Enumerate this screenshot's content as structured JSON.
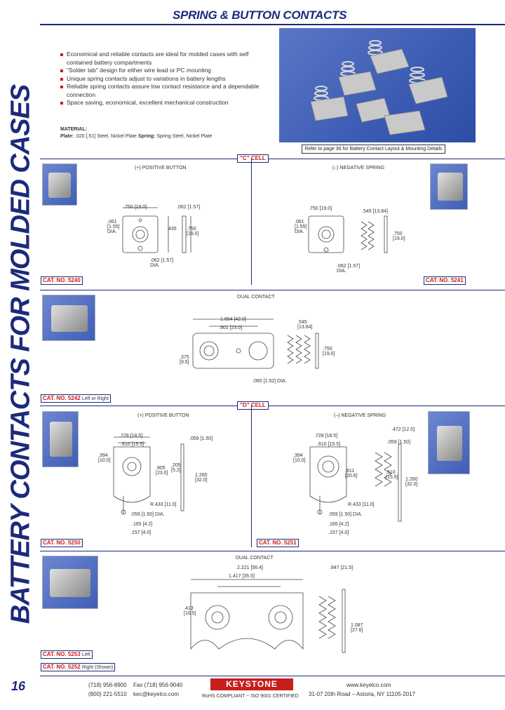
{
  "header": {
    "title": "SPRING & BUTTON CONTACTS"
  },
  "side_title": "BATTERY CONTACTS FOR MOLDED CASES",
  "features": [
    "Economical and reliable contacts are ideal for molded cases with self contained battery compartments",
    "\"Solder tab\" design for either wire lead or PC mounting",
    "Unique spring contacts adjust to variations in battery lengths",
    "Reliable spring contacts assure low contact resistance and a dependable connection",
    "Space saving, economical, excellent mechanical construction"
  ],
  "material": {
    "heading": "MATERIAL:",
    "plate_label": "Plate:",
    "plate_text": ".020 [.51] Steel, Nickel Plate",
    "spring_label": "Spring:",
    "spring_text": "Spring Steel, Nickel Plate"
  },
  "ref_note": "Refer to page 36 for Battery Contact Layout & Mounting Details",
  "c_cell": {
    "badge": "\"C\" CELL",
    "positive_title": "(+) POSITIVE BUTTON",
    "negative_title": "(–) NEGATIVE SPRING",
    "dual_title": "DUAL CONTACT",
    "cat_5240": "CAT. NO. 5240",
    "cat_5241": "CAT. NO. 5241",
    "cat_5242": "CAT. NO. 5242",
    "cat_5242_note": "Left or Right"
  },
  "d_cell": {
    "badge": "\"D\" CELL",
    "positive_title": "(+) POSITIVE BUTTON",
    "negative_title": "(–) NEGATIVE SPRING",
    "dual_title": "DUAL CONTACT",
    "cat_5250": "CAT. NO. 5250",
    "cat_5251": "CAT. NO. 5251",
    "cat_5253": "CAT. NO. 5253",
    "cat_5253_note": "Left",
    "cat_5252": "CAT. NO. 5252",
    "cat_5252_note": "Right (Shown)"
  },
  "dims": {
    "p5240_w": ".750 [19.0]",
    "p5240_t": ".062 [1.57]",
    "p5240_d1": ".061\n[1.55]\nDIA.",
    "p5240_h1": ".435",
    "p5240_h2": ".750\n[19.0]",
    "p5240_hole": ".062 [1.57]\nDIA.",
    "p5241_w": ".750 [19.0]",
    "p5241_s": ".545 [13.84]",
    "p5241_d1": ".061\n[1.55]\nDIA.",
    "p5241_h": ".750\n[19.0]",
    "p5241_hole": ".062 [1.57]\nDIA.",
    "p5242_w1": "1.654 [42.0]",
    "p5242_w2": ".901 [23.0]",
    "p5242_h": ".375\n[9.5]",
    "p5242_s": ".545\n[13.84]",
    "p5242_hs": ".750\n[19.0]",
    "p5242_hole": ".060 [1.52] DIA.",
    "p5250_w1": ".728 [18.5]",
    "p5250_w2": ".610 [15.5]",
    "p5250_t": ".059 [1.50]",
    "p5250_h1": ".394\n[10.0]",
    "p5250_h2": ".905\n[23.0]",
    "p5250_h3": ".205\n[5.2]",
    "p5250_h4": "1.260\n[32.0]",
    "p5250_r": "R.433 [11.0]",
    "p5250_hole": ".059 [1.50] DIA.",
    "p5250_b1": ".165 [4.2]",
    "p5250_b2": ".157 [4.0]",
    "p5251_w1": ".728 [18.5]",
    "p5251_w2": ".610 [15.5]",
    "p5251_s1": ".472 [12.0]",
    "p5251_s2": ".059 [1.50]",
    "p5251_h1": ".394\n[10.0]",
    "p5251_h2": ".811\n[20.6]",
    "p5251_h3": ".610\n[15.5]",
    "p5251_h4": "1.260\n[32.0]",
    "p5251_r": "R.433 [11.0]",
    "p5251_hole": ".059 [1.50] DIA.",
    "p5251_b1": ".165 [4.2]",
    "p5251_b2": ".157 [4.0]",
    "p5252_w1": "2.221 [56.4]",
    "p5252_w2": "1.417 [35.5]",
    "p5252_h": ".413\n[10.5]",
    "p5252_s": ".847 [21.5]",
    "p5252_hs": "1.087\n[27.6]"
  },
  "footer": {
    "page_number": "16",
    "phone": "(718) 956-8900",
    "fax": "Fax (718) 956-9040",
    "phone2": "(800) 221-5510",
    "email": "kec@keyelco.com",
    "logo": "KEYSTONE",
    "compliance": "RoHS COMPLIANT ~ ISO 9001 CERTIFIED",
    "web": "www.keyelco.com",
    "address": "31-07 20th Road – Astoria, NY 11105-2017"
  }
}
